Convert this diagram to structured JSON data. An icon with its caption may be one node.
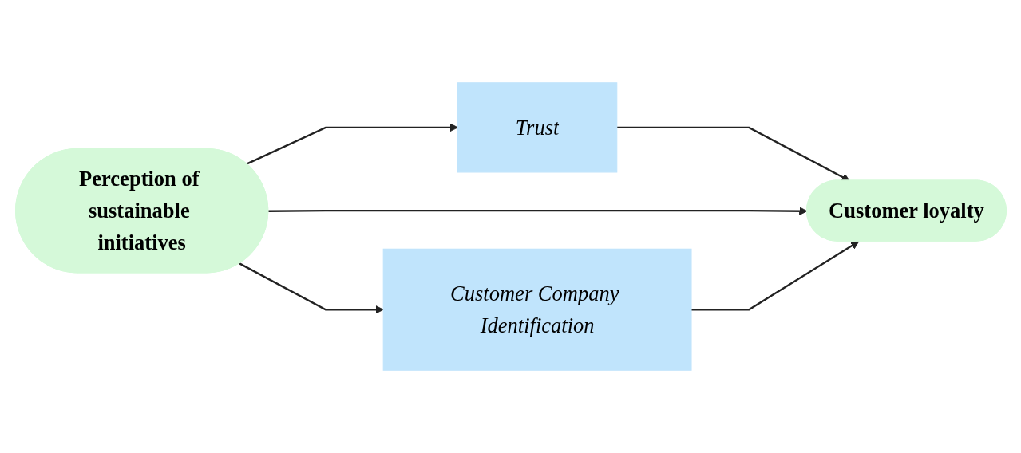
{
  "diagram": {
    "nodes": [
      {
        "text": [
          "Perception of sustainable initiatives"
        ]
      },
      {
        "text": [
          "Trust"
        ]
      },
      {
        "text": [
          "Customer Company Identification"
        ]
      },
      {
        "text": [
          "Customer loyalty"
        ]
      }
    ],
    "edges": [
      {
        "from": 0,
        "to": 1,
        "arrow": "to"
      },
      {
        "from": 1,
        "to": 3,
        "arrow": "to"
      },
      {
        "from": 0,
        "to": 3,
        "arrow": "to"
      },
      {
        "from": 0,
        "to": 2,
        "arrow": "to"
      },
      {
        "from": 2,
        "to": 3,
        "arrow": "to"
      }
    ]
  }
}
